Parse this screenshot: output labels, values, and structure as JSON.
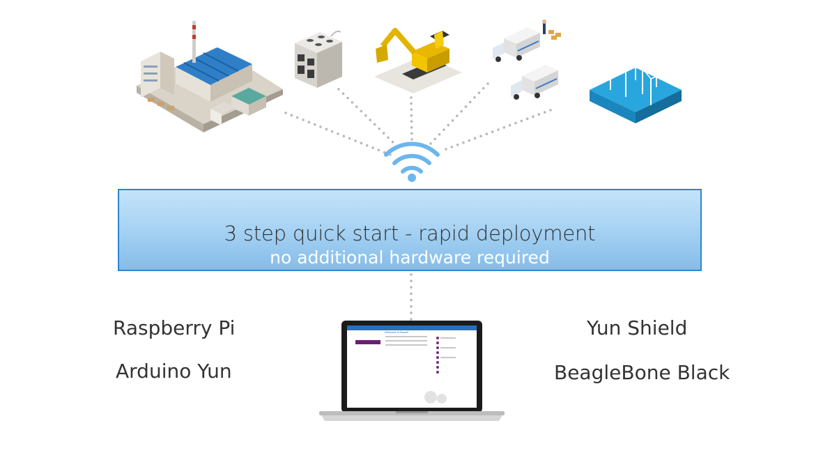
{
  "banner": {
    "title": "3 step quick start - rapid deployment",
    "subtitle": "no additional hardware required"
  },
  "platforms": {
    "left": [
      "Raspberry Pi",
      "Arduino Yun"
    ],
    "right": [
      "Yun Shield",
      "BeagleBone Black"
    ]
  },
  "laptop_screen": {
    "heading": "Welcome to Bosch!"
  },
  "colors": {
    "banner_border": "#2b86d3",
    "wifi": "#6cb6ee",
    "dots": "#b8b8b8"
  },
  "icons": [
    "factory-icon",
    "kitchen-appliance-icon",
    "excavator-icon",
    "delivery-trucks-icon",
    "wind-farm-icon",
    "wifi-icon",
    "laptop-icon"
  ]
}
